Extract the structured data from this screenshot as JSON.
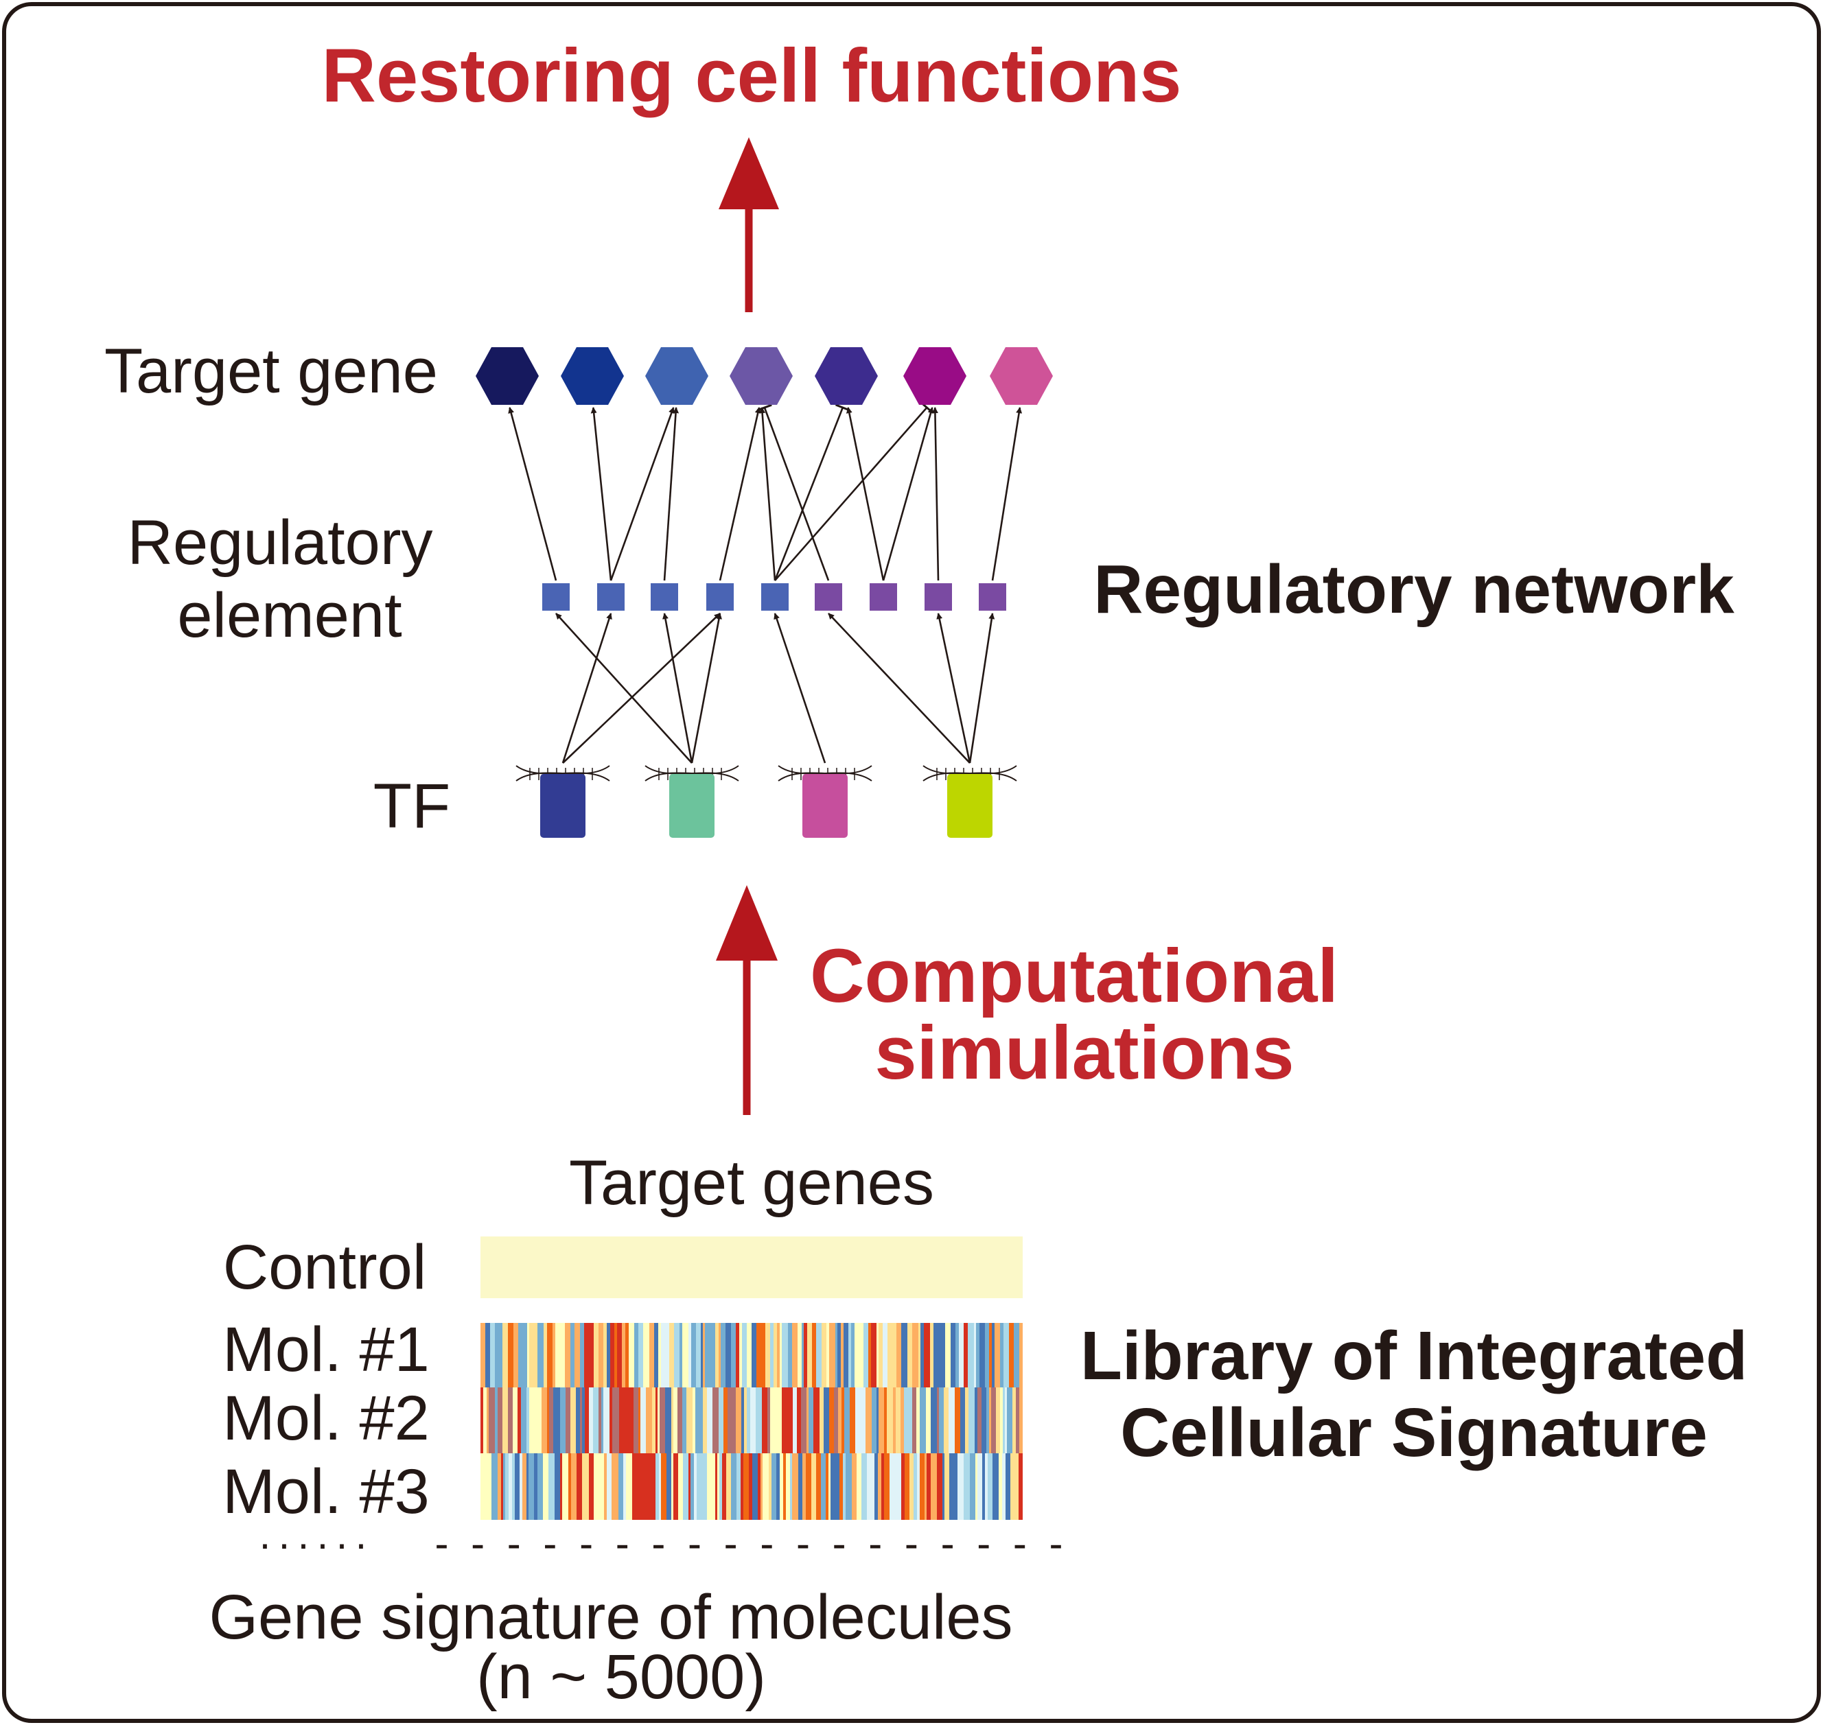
{
  "title": "Restoring cell functions",
  "network": {
    "section_label": "Regulatory network",
    "target_gene_label": "Target gene",
    "regulatory_element_label_line1": "Regulatory",
    "regulatory_element_label_line2": "element",
    "tf_label": "TF",
    "target_gene_colors": [
      "#16195e",
      "#12348f",
      "#3f63b0",
      "#6c57a6",
      "#3d2c8e",
      "#990c86",
      "#cf5398"
    ],
    "element_colors": [
      "#4a64b4",
      "#4a64b4",
      "#4a64b4",
      "#4a64b4",
      "#4a64b4",
      "#7a4aa2",
      "#7a4aa2",
      "#7a4aa2",
      "#7a4aa2"
    ],
    "tf_colors": [
      "#323c93",
      "#6cc39c",
      "#c64f9d",
      "#bdd600"
    ]
  },
  "simulation": {
    "line1": "Computational",
    "line2": "simulations"
  },
  "library": {
    "section_line1": "Library of Integrated",
    "section_line2": "Cellular Signature",
    "column_label": "Target genes",
    "rows": [
      "Control",
      "Mol. #1",
      "Mol. #2",
      "Mol. #3"
    ],
    "row_ellipsis": "······",
    "column_ellipsis": "- - - - - - - - - - - - - - - - - -",
    "footer_line1": "Gene signature of molecules",
    "footer_line2": "(n ~ 5000)",
    "control_color": "#fbf8c8"
  }
}
